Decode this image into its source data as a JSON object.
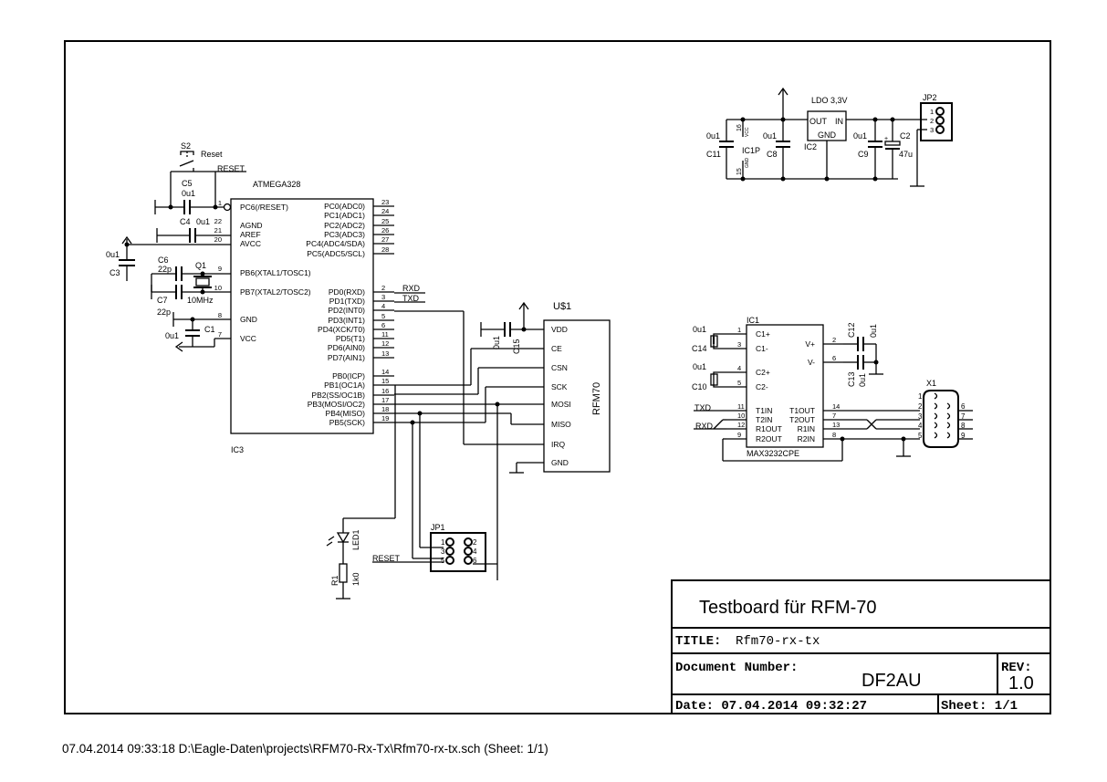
{
  "title_block": {
    "project": "Testboard für RFM-70",
    "title_label": "TITLE:",
    "title_value": "Rfm70-rx-tx",
    "docnum_label": "Document Number:",
    "docnum_value": "DF2AU",
    "rev_label": "REV:",
    "rev_value": "1.0",
    "date_text": "Date: 07.04.2014 09:32:27",
    "sheet_text": "Sheet: 1/1"
  },
  "footer": "07.04.2014 09:33:18   D:\\Eagle-Daten\\projects\\RFM70-Rx-Tx\\Rfm70-rx-tx.sch (Sheet: 1/1)",
  "mcu": {
    "name": "ATMEGA328",
    "ref": "IC3",
    "left_pins": [
      {
        "label": "PC6(/RESET)",
        "num": "1"
      },
      {
        "label": "AGND",
        "num": "22"
      },
      {
        "label": "AREF",
        "num": "21"
      },
      {
        "label": "AVCC",
        "num": "20"
      },
      {
        "label": "PB6(XTAL1/TOSC1)",
        "num": "9"
      },
      {
        "label": "PB7(XTAL2/TOSC2)",
        "num": "10"
      },
      {
        "label": "GND",
        "num": "8"
      },
      {
        "label": "VCC",
        "num": "7"
      }
    ],
    "right_pins": [
      {
        "label": "PC0(ADC0)",
        "num": "23"
      },
      {
        "label": "PC1(ADC1)",
        "num": "24"
      },
      {
        "label": "PC2(ADC2)",
        "num": "25"
      },
      {
        "label": "PC3(ADC3)",
        "num": "26"
      },
      {
        "label": "PC4(ADC4/SDA)",
        "num": "27"
      },
      {
        "label": "PC5(ADC5/SCL)",
        "num": "28"
      },
      {
        "label": "PD0(RXD)",
        "num": "2"
      },
      {
        "label": "PD1(TXD)",
        "num": "3"
      },
      {
        "label": "PD2(INT0)",
        "num": "4"
      },
      {
        "label": "PD3(INT1)",
        "num": "5"
      },
      {
        "label": "PD4(XCK/T0)",
        "num": "6"
      },
      {
        "label": "PD5(T1)",
        "num": "11"
      },
      {
        "label": "PD6(AIN0)",
        "num": "12"
      },
      {
        "label": "PD7(AIN1)",
        "num": "13"
      },
      {
        "label": "PB0(ICP)",
        "num": "14"
      },
      {
        "label": "PB1(OC1A)",
        "num": "15"
      },
      {
        "label": "PB2(SS/OC1B)",
        "num": "16"
      },
      {
        "label": "PB3(MOSI/OC2)",
        "num": "17"
      },
      {
        "label": "PB4(MISO)",
        "num": "18"
      },
      {
        "label": "PB5(SCK)",
        "num": "19"
      }
    ]
  },
  "rfm": {
    "ref": "U$1",
    "name": "RFM70",
    "pins": [
      "VDD",
      "CE",
      "CSN",
      "SCK",
      "MOSI",
      "MISO",
      "IRQ",
      "GND"
    ]
  },
  "max": {
    "ref": "IC1",
    "name": "MAX3232CPE",
    "left_pins": [
      {
        "label": "C1+",
        "num": "1"
      },
      {
        "label": "C1-",
        "num": "3"
      },
      {
        "label": "C2+",
        "num": "4"
      },
      {
        "label": "C2-",
        "num": "5"
      },
      {
        "label": "T1IN",
        "num": "11"
      },
      {
        "label": "T2IN",
        "num": "10"
      },
      {
        "label": "R1OUT",
        "num": "12"
      },
      {
        "label": "R2OUT",
        "num": "9"
      }
    ],
    "right_pins": [
      {
        "label": "V+",
        "num": "2"
      },
      {
        "label": "V-",
        "num": "6"
      },
      {
        "label": "T1OUT",
        "num": "14"
      },
      {
        "label": "T2OUT",
        "num": "7"
      },
      {
        "label": "R1IN",
        "num": "13"
      },
      {
        "label": "R2IN",
        "num": "8"
      }
    ]
  },
  "ldo": {
    "title": "LDO 3,3V",
    "out": "OUT",
    "in": "IN",
    "gnd": "GND",
    "ref": "IC2"
  },
  "labels": {
    "s2": "S2",
    "reset_text": "Reset",
    "reset_net": "RESET",
    "reset_net2": "RESET",
    "c5": "C5",
    "c5v": "0u1",
    "c4": "C4",
    "c4v": "0u1",
    "c3": "C3",
    "c3v": "0u1",
    "c6": "C6",
    "c6v": "22p",
    "c7": "C7",
    "c7v": "22p",
    "q1": "Q1",
    "q1v": "10MHz",
    "c1": "C1",
    "c1v": "0u1",
    "c15": "C15",
    "c15v": "0u1",
    "rxd": "RXD",
    "txd": "TXD",
    "txd2": "TXD",
    "rxd2": "RXD",
    "led1": "LED1",
    "r1": "R1",
    "r1v": "1k0",
    "jp1": "JP1",
    "jp2": "JP2",
    "c11": "C11",
    "c11v": "0u1",
    "ic1p": "IC1P",
    "c8": "C8",
    "c8v": "0u1",
    "c9": "C9",
    "c9v": "0u1",
    "c2": "C2",
    "c2v": "47u",
    "vcc": "VCC",
    "gnd": "GND",
    "p16": "16",
    "p15": "15",
    "c14": "C14",
    "c14v": "0u1",
    "c10": "C10",
    "c10v": "0u1",
    "c12": "C12",
    "c12v": "0u1",
    "c13": "C13",
    "c13v": "0u1",
    "x1": "X1"
  },
  "jp1_pins": [
    "1",
    "2",
    "3",
    "4",
    "5",
    "6"
  ],
  "jp2_pins": [
    "1",
    "2",
    "3"
  ],
  "x1_pins": [
    "1",
    "6",
    "2",
    "7",
    "3",
    "8",
    "4",
    "9",
    "5"
  ]
}
